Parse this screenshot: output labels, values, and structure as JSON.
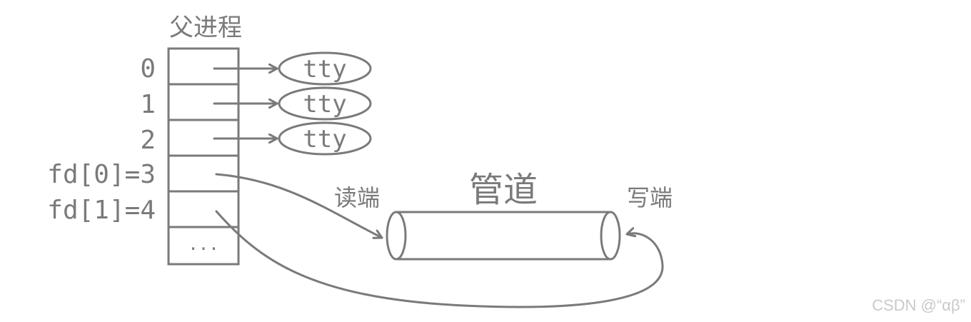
{
  "parent_process_label": "父进程",
  "fd_labels": [
    "0",
    "1",
    "2",
    "fd[0]=3",
    "fd[1]=4"
  ],
  "ellipsis": "...",
  "tty_labels": [
    "tty",
    "tty",
    "tty"
  ],
  "pipe": {
    "title": "管道",
    "read_end": "读端",
    "write_end": "写端"
  },
  "watermark": "CSDN @“αβ”",
  "colors": {
    "stroke": "#7a7a7a",
    "watermark": "#c9c9c9"
  }
}
